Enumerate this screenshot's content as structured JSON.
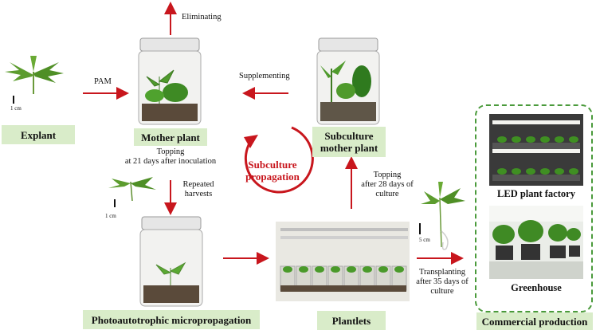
{
  "labels": {
    "explant": "Explant",
    "mother_plant": "Mother plant",
    "subculture_mother_plant": "Subculture mother plant",
    "photo_micro": "Photoautotrophic micropropagation",
    "plantlets": "Plantlets",
    "commercial": "Commercial production",
    "led_factory": "LED plant factory",
    "greenhouse": "Greenhouse"
  },
  "cycle": {
    "line1": "Subculture",
    "line2": "propagation"
  },
  "notes": {
    "eliminating": "Eliminating",
    "pam": "PAM",
    "supplementing": "Supplementing",
    "topping_inoculation_1": "Topping",
    "topping_inoculation_2": "at 21 days after inoculation",
    "repeated_1": "Repeated",
    "repeated_2": "harvests",
    "topping28_1": "Topping",
    "topping28_2": "after 28 days of",
    "topping28_3": "culture",
    "transplanting_1": "Transplanting",
    "transplanting_2": "after 35 days of",
    "transplanting_3": "culture"
  },
  "scales": {
    "explant_scale": "1 cm",
    "harvest_scale": "1 cm",
    "transplant_scale": "5 cm"
  },
  "colors": {
    "arrow": "#c8161d",
    "label_bg": "#d9ecc9",
    "dash_border": "#4a9a3b"
  }
}
